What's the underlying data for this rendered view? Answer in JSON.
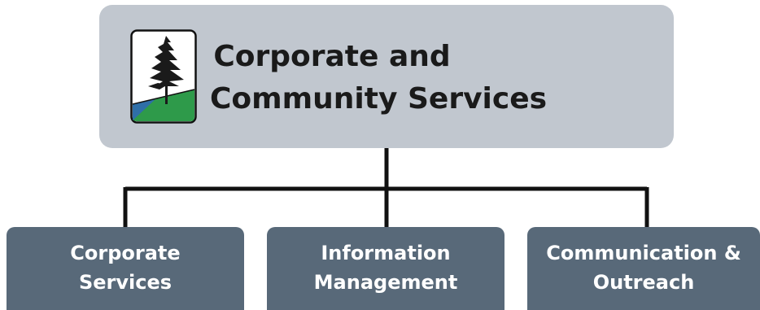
{
  "root": {
    "title_line1": "Corporate and",
    "title_line2": "Community Services"
  },
  "children": [
    {
      "line1": "Corporate",
      "line2": "Services"
    },
    {
      "line1": "Information",
      "line2": "Management"
    },
    {
      "line1": "Communication &",
      "line2": "Outreach"
    }
  ],
  "colors": {
    "root_fill": "#c1c7cf",
    "child_fill": "#586979",
    "connector": "#111111",
    "logo_green": "#2e9a4a",
    "logo_blue": "#2f6fa8"
  },
  "icons": {
    "logo": "pine-tree-logo-icon"
  }
}
